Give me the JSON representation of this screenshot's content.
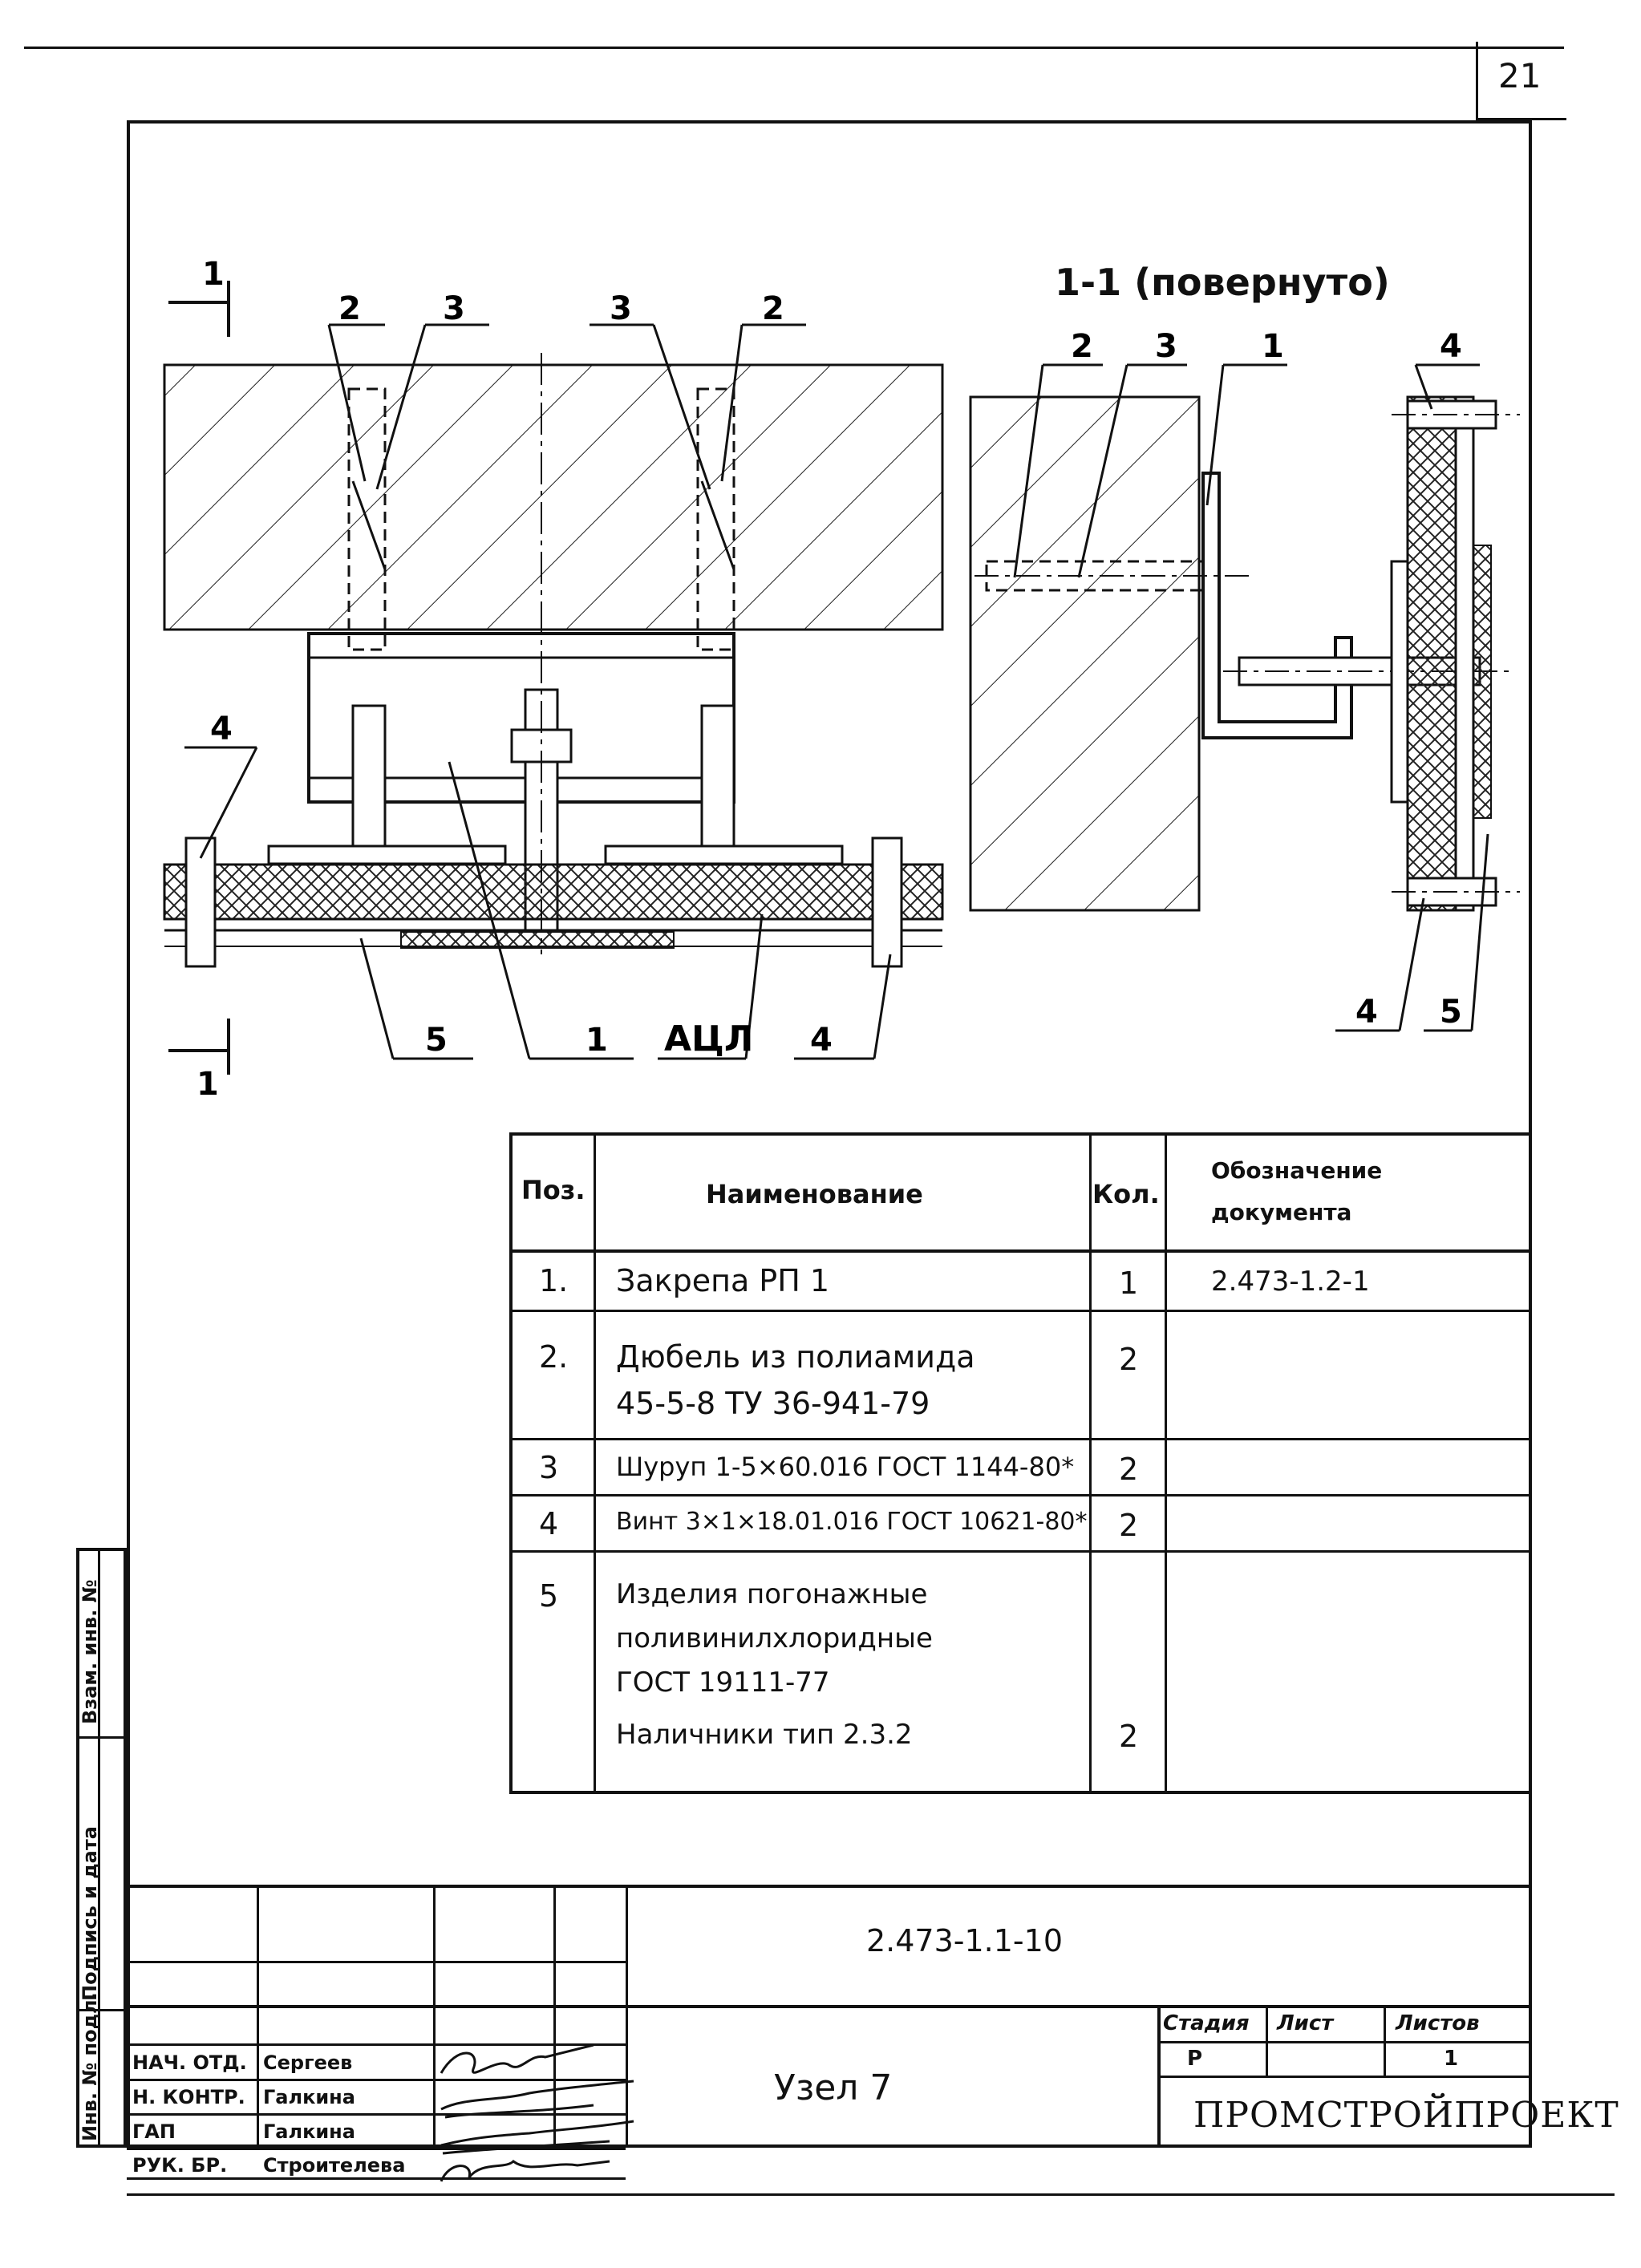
{
  "page_number": "21",
  "drawing": {
    "section_title": "1-1 (повернуто)",
    "section_mark": "1",
    "callouts_left": [
      "2",
      "3",
      "3",
      "2",
      "4",
      "5",
      "1",
      "АЦЛ",
      "4"
    ],
    "callouts_right": [
      "2",
      "3",
      "1",
      "4",
      "4",
      "5"
    ]
  },
  "spec_table": {
    "headers": {
      "pos": "Поз.",
      "name": "Наименование",
      "qty": "Кол.",
      "doc_line1": "Обозначение",
      "doc_line2": "документа"
    },
    "rows": [
      {
        "pos": "1.",
        "name_lines": [
          "Закрепа РП 1"
        ],
        "qty": "1",
        "doc": "2.473-1.2-1"
      },
      {
        "pos": "2.",
        "name_lines": [
          "Дюбель из полиамида",
          "45-5-8 ТУ 36-941-79"
        ],
        "qty": "2",
        "doc": ""
      },
      {
        "pos": "3",
        "name_lines": [
          "Шуруп 1-5×60.016 ГОСТ 1144-80*"
        ],
        "qty": "2",
        "doc": ""
      },
      {
        "pos": "4",
        "name_lines": [
          "Винт 3×1×18.01.016 ГОСТ 10621-80*"
        ],
        "qty": "2",
        "doc": ""
      },
      {
        "pos": "5",
        "name_lines": [
          "Изделия погонажные",
          "поливинилхлоридные",
          "ГОСТ 19111-77",
          "Наличники тип 2.3.2"
        ],
        "qty": "2",
        "doc": ""
      }
    ]
  },
  "title_block": {
    "designation": "2.473-1.1-10",
    "sheet_title": "Узел 7",
    "organization": "ПРОМСТРОЙПРОЕКТ",
    "stage_label": "Стадия",
    "sheet_label": "Лист",
    "sheets_label": "Листов",
    "stage_value": "Р",
    "sheets_value": "1",
    "signatures": [
      {
        "role": "НАЧ. ОТД.",
        "name": "Сергеев"
      },
      {
        "role": "Н. КОНТР.",
        "name": "Галкина"
      },
      {
        "role": "ГАП",
        "name": "Галкина"
      },
      {
        "role": "РУК. БР.",
        "name": "Строителева"
      }
    ]
  },
  "side_stamp": {
    "inv_orig": "Инв. № подл.",
    "sign_date": "Подпись и дата",
    "inv_replace": "Взам. инв. №"
  }
}
